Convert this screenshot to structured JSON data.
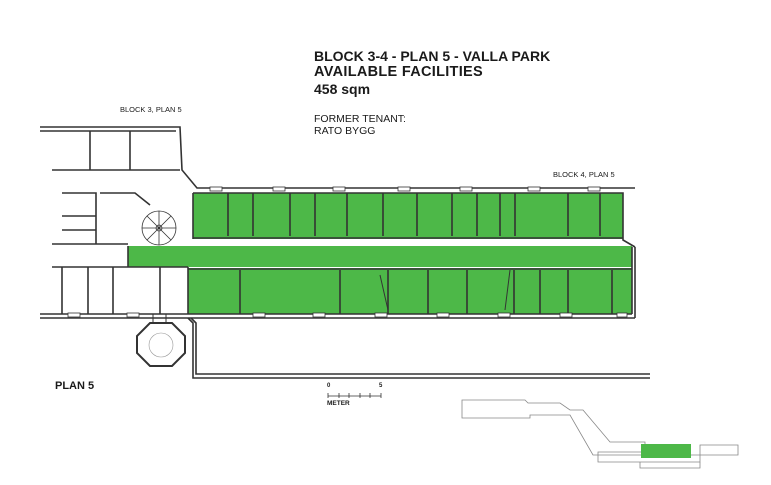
{
  "header": {
    "title": "BLOCK 3-4 - PLAN 5 - VALLA PARK",
    "subtitle": "AVAILABLE FACILITIES",
    "area": "458 sqm",
    "former_tenant_label": "FORMER TENANT:",
    "former_tenant": "RATO BYGG"
  },
  "labels": {
    "block3": "BLOCK 3, PLAN 5",
    "block4": "BLOCK 4, PLAN 5",
    "plan": "PLAN 5"
  },
  "scale": {
    "start": "0",
    "end": "5",
    "unit": "METER"
  },
  "colors": {
    "available": "#4db848",
    "wall": "#333333"
  }
}
